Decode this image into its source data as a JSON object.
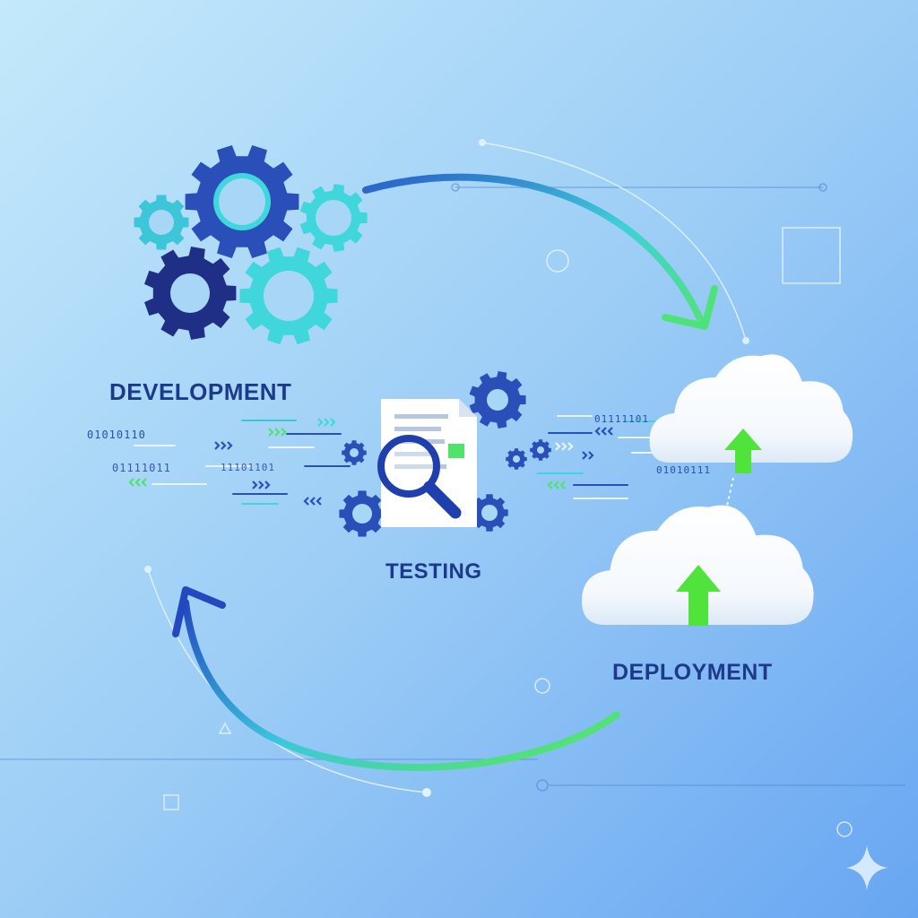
{
  "stages": {
    "development": "DEVELOPMENT",
    "testing": "TESTING",
    "deployment": "DEPLOYMENT"
  },
  "binary_streams": {
    "left_top": "01010110",
    "left_bottom_a": "01111011",
    "left_bottom_b": "11101101",
    "right_top": "01111101",
    "right_bottom": "01010111"
  },
  "icons": [
    "gear-icon",
    "document-icon",
    "magnifier-icon",
    "cloud-icon",
    "upload-arrow-icon",
    "cycle-arrow-icon",
    "sparkle-icon"
  ],
  "colors": {
    "background_top": "#bfe6fb",
    "background_bottom": "#6aaaf3",
    "navy": "#1e3a8a",
    "blue": "#2a4fb8",
    "cyan": "#3fd6dc",
    "green": "#4fe36a",
    "label": "#1d3a8a"
  }
}
